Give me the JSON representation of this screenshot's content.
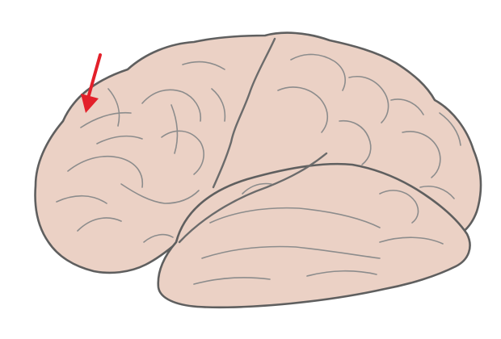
{
  "diagram": {
    "subject": "brain-lateral-view",
    "colors": {
      "background": "#ffffff",
      "brain_fill": "#ebd1c5",
      "outline": "#5f5f5f",
      "sulcus_major": "#6b6b6b",
      "sulcus_minor": "#8c8c8c",
      "arrow": "#e3202a"
    },
    "annotations": [
      {
        "kind": "arrow",
        "direction": "down-left",
        "target": "frontal-pole-top",
        "label": ""
      }
    ]
  }
}
